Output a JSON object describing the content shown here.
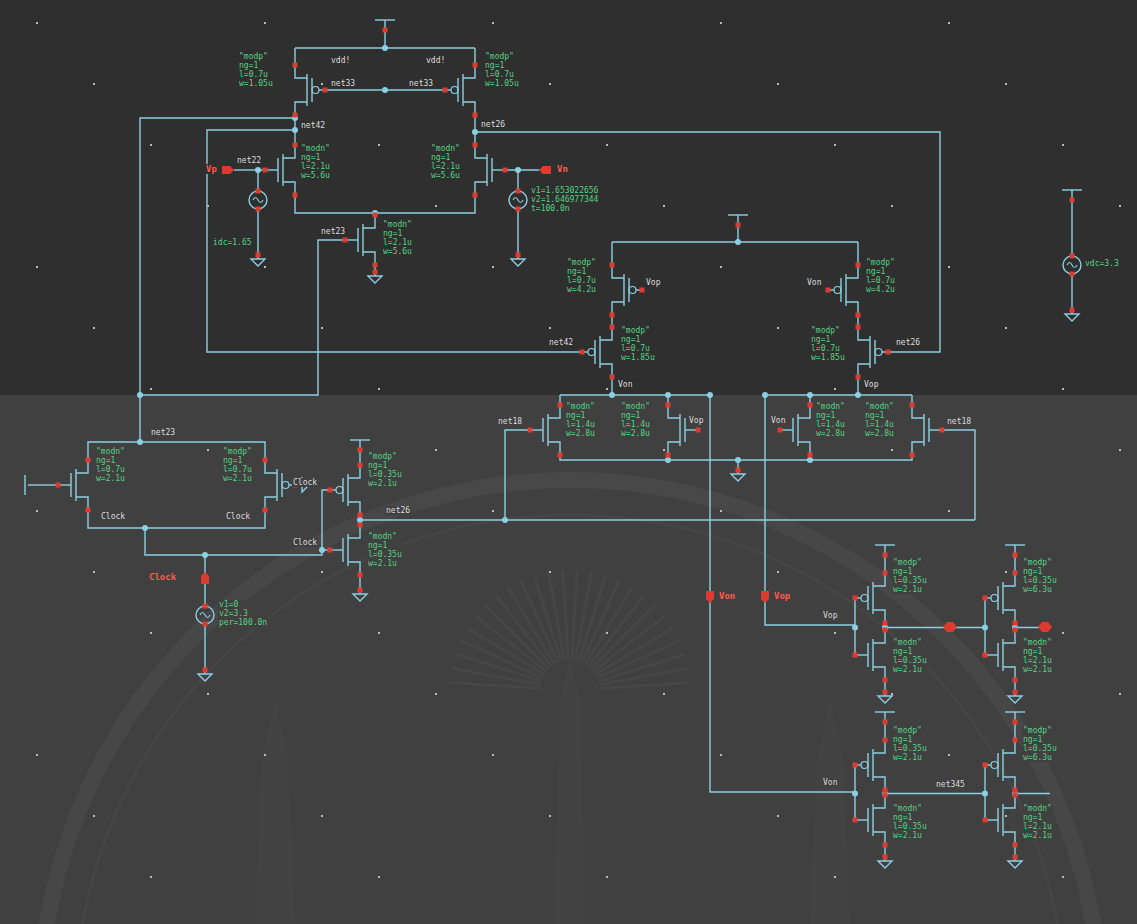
{
  "diagram": {
    "labels": [
      "Vp",
      "Vn",
      "Clock",
      "Von",
      "Vop",
      "\"modp\" ng=1 l=0.7u w=1.05u",
      "vdd!",
      "net33",
      "net42",
      "\"modp\" ng=1 l=0.7u w=1.05u",
      "vdd!",
      "net33",
      "net26",
      "net22",
      "\"modn\" ng=1 l=2.1u w=5.6u",
      "\"modn\" ng=1 l=2.1u w=5.6u",
      "idc=1.65",
      "v1=1.653022656 v2=1.646977344 t=100.0n",
      "net23",
      "\"modn\" ng=1 l=2.1u w=5.6u",
      "vdc=3.3",
      "\"modp\" ng=1 l=0.7u w=4.2u",
      "\"modp\" ng=1 l=0.7u w=4.2u",
      "Vop",
      "Von",
      "\"modp\" ng=1 l=0.7u w=1.85u",
      "\"modp\" ng=1 l=0.7u w=1.85u",
      "net42",
      "net26",
      "Von",
      "Vop",
      "net18",
      "\"modn\" ng=1 l=1.4u w=2.8u",
      "\"modn\" ng=1 l=1.4u w=2.8u",
      "Vop",
      "\"modn\" ng=1 l=1.4u w=2.8u",
      "\"modn\" ng=1 l=1.4u w=2.8u",
      "Von",
      "net18",
      "\"modp\" ng=1 l=0.35u w=2.1u",
      "\"modn\" ng=1 l=0.35u w=2.1u",
      "Clock",
      "Clock",
      "net26",
      "net23",
      "\"modn\" ng=1 l=0.7u w=2.1u",
      "\"modp\" ng=1 l=0.7u w=2.1u",
      "Clock",
      "Clock",
      "v1=0 v2=3.3 per=100.0n",
      "\"modp\" ng=1 l=0.35u w=2.1u",
      "\"modn\" ng=1 l=0.35u w=2.1u",
      "\"modp\" ng=1 l=0.35u w=6.3u",
      "\"modn\" ng=1 l=2.1u w=2.1u",
      "Vop",
      "Von",
      "\"modp\" ng=1 l=0.35u w=2.1u",
      "\"modn\" ng=1 l=0.35u w=2.1u",
      "\"modp\" ng=1 l=0.35u w=6.3u",
      "\"modn\" ng=1 l=2.1u w=2.1u",
      "net345"
    ]
  }
}
